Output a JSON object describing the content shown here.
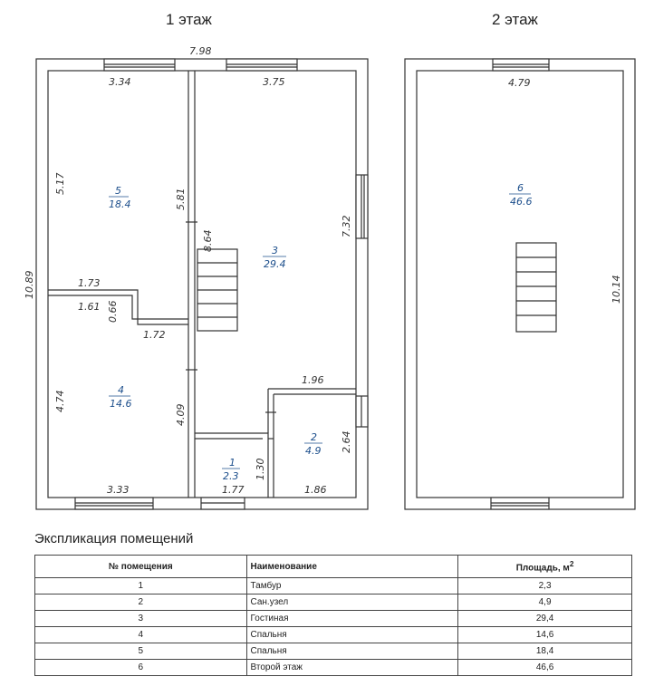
{
  "floors": {
    "floor1_title": "1 этаж",
    "floor2_title": "2 этаж"
  },
  "dimensions": {
    "d_798": "7.98",
    "d_334": "3.34",
    "d_375": "3.75",
    "d_517": "5.17",
    "d_581": "5.81",
    "d_864": "8.64",
    "d_732": "7.32",
    "d_1089": "10.89",
    "d_173": "1.73",
    "d_161": "1.61",
    "d_066": "0.66",
    "d_172": "1.72",
    "d_196": "1.96",
    "d_474": "4.74",
    "d_409": "4.09",
    "d_264": "2.64",
    "d_130": "1.30",
    "d_333": "3.33",
    "d_177": "1.77",
    "d_186": "1.86",
    "d_479": "4.79",
    "d_1014": "10.14"
  },
  "rooms": [
    {
      "no": "1",
      "area": "2.3"
    },
    {
      "no": "2",
      "area": "4.9"
    },
    {
      "no": "3",
      "area": "29.4"
    },
    {
      "no": "4",
      "area": "14.6"
    },
    {
      "no": "5",
      "area": "18.4"
    },
    {
      "no": "6",
      "area": "46.6"
    }
  ],
  "legend": {
    "title": "Экспликация помещений",
    "headers": {
      "no": "№ помещения",
      "name": "Наименование",
      "area": "Площадь, м",
      "area_sup": "2"
    },
    "rows": [
      {
        "no": "1",
        "name": "Тамбур",
        "area": "2,3"
      },
      {
        "no": "2",
        "name": "Сан.узел",
        "area": "4,9"
      },
      {
        "no": "3",
        "name": "Гостиная",
        "area": "29,4"
      },
      {
        "no": "4",
        "name": "Спальня",
        "area": "14,6"
      },
      {
        "no": "5",
        "name": "Спальня",
        "area": "18,4"
      },
      {
        "no": "6",
        "name": "Второй этаж",
        "area": "46,6"
      }
    ]
  }
}
